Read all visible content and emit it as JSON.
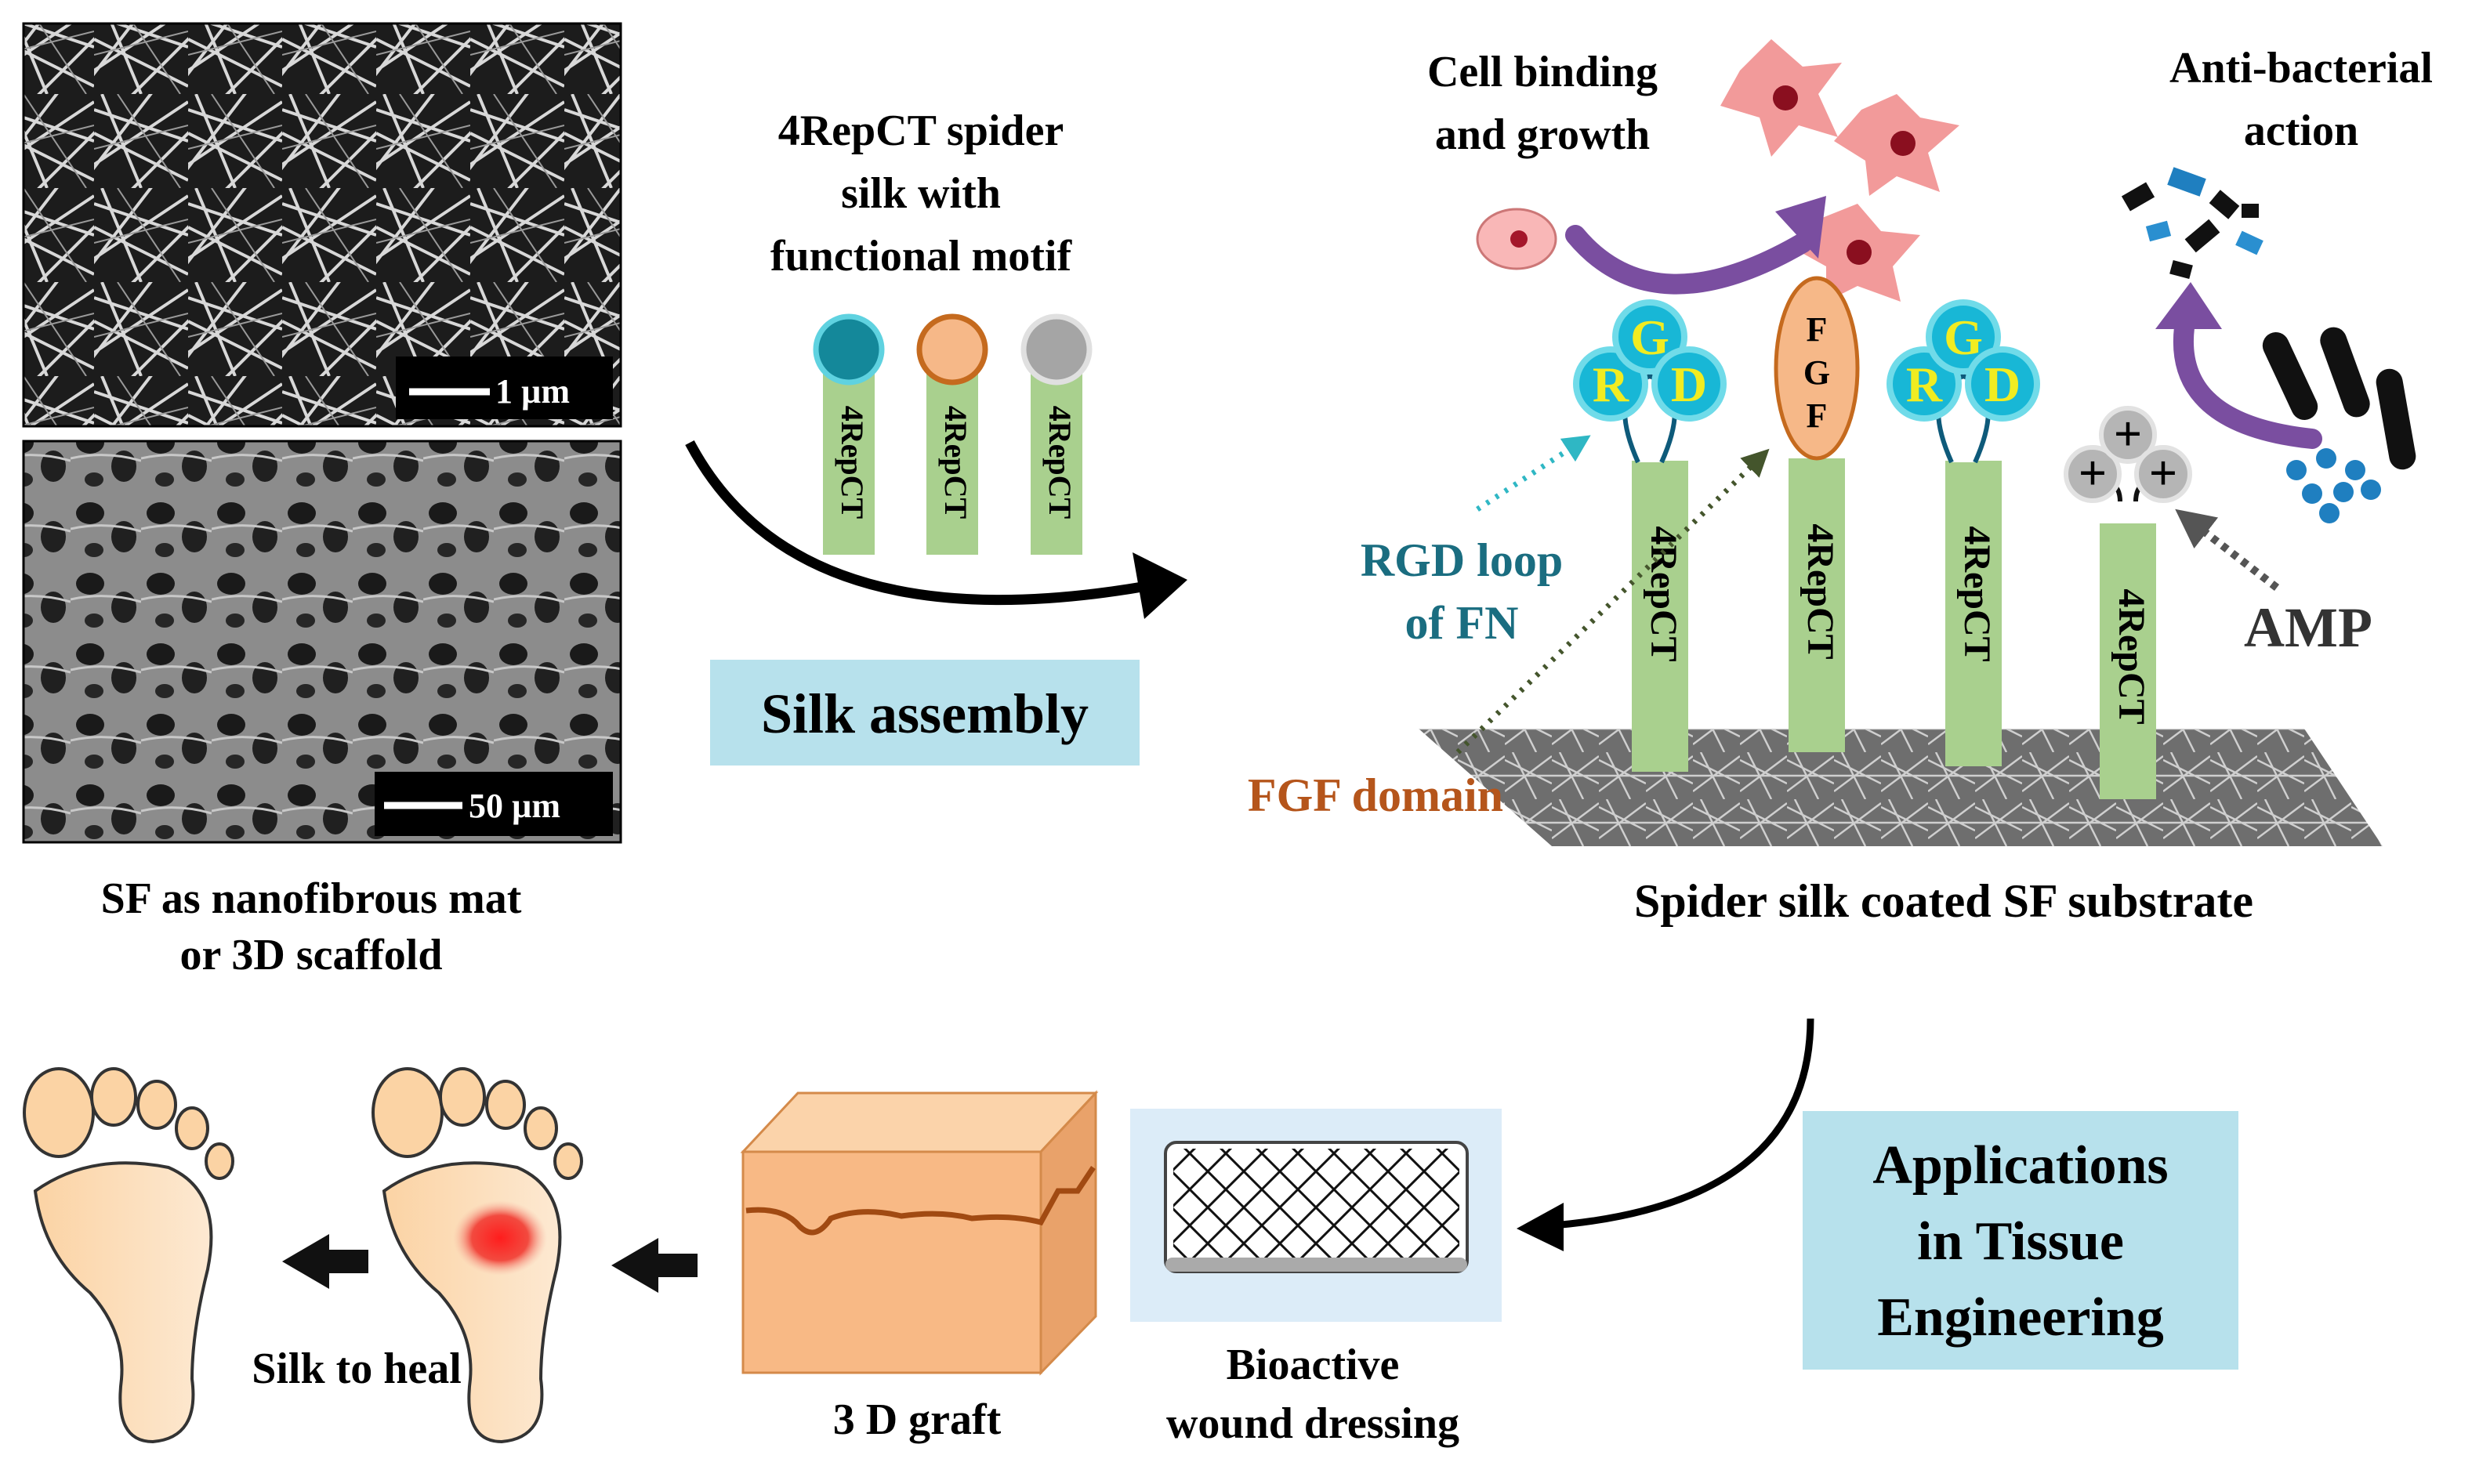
{
  "sem": {
    "scale_top": "1 µm",
    "scale_bottom": "50 µm",
    "caption_line1": "SF as nanofibrous mat",
    "caption_line2": "or 3D scaffold"
  },
  "motif": {
    "title_line1": "4RepCT spider",
    "title_line2": "silk with",
    "title_line3": "functional motif",
    "rod_label": "4RepCT",
    "head_colors": [
      "#14889a",
      "#f6b888",
      "#a5a5a5"
    ]
  },
  "assembly": {
    "label": "Silk assembly"
  },
  "substrate": {
    "cell_label_line1": "Cell binding",
    "cell_label_line2": "and growth",
    "antibac_line1": "Anti-bacterial",
    "antibac_line2": "action",
    "rgd_letters": [
      "R",
      "G",
      "D"
    ],
    "fgf_letters": [
      "F",
      "G",
      "F"
    ],
    "amp_sign": "+",
    "rgd_label_line1": "RGD loop",
    "rgd_label_line2": "of FN",
    "fgf_label": "FGF domain",
    "amp_label": "AMP",
    "rod_label": "4RepCT",
    "caption": "Spider silk coated SF substrate"
  },
  "applications": {
    "line1": "Applications",
    "line2": "in Tissue",
    "line3": "Engineering"
  },
  "bottom": {
    "dressing_line1": "Bioactive",
    "dressing_line2": "wound dressing",
    "graft_label": "3 D graft",
    "heal_label": "Silk to heal"
  },
  "colors": {
    "rod_green": "#a9d08e",
    "label_box": "#b7e1ec",
    "teal_text": "#1a6d80",
    "brown_text": "#b5551b",
    "purple_arrow": "#7a4ea0",
    "cell_pink": "#f2a0a0",
    "foot_fill": "#fbd7ae",
    "graft_fill": "#f8b985"
  }
}
